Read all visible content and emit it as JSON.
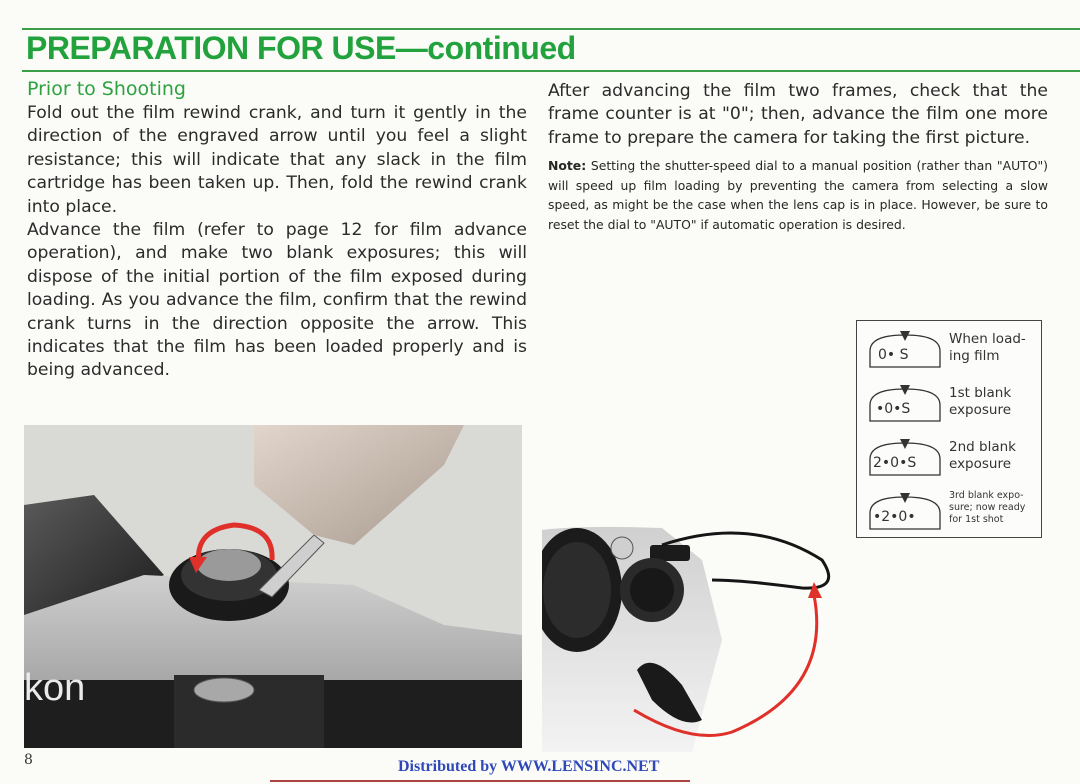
{
  "header": {
    "title": "PREPARATION FOR USE",
    "title_suffix": "—continued"
  },
  "left": {
    "subhead": "Prior to Shooting",
    "para1": "Fold out the film rewind crank, and turn it gently in the direction of the engraved arrow until you feel a slight resistance; this will indicate that any slack in the film cartridge has been taken up. Then, fold the rewind crank into place.",
    "para2": "Advance the film (refer to page 12 for film advance operation), and make two blank exposures; this will dispose of the initial portion of the film exposed during loading. As you advance the film, confirm that the rewind crank turns in the direction opposite the arrow. This indicates that the film has been loaded properly and is being advanced."
  },
  "right": {
    "para1": "After advancing the film two frames, check that the frame counter is at \"0\"; then, advance the film one more frame to prepare the camera for taking the first picture.",
    "note_label": "Note:",
    "note_text": " Setting the shutter-speed dial to a manual position (rather than \"AUTO\") will speed up film loading by preventing the camera from selecting a slow speed, as might be the case when the lens cap is in place. However, be sure to reset the dial to \"AUTO\" if automatic operation is desired."
  },
  "legend": [
    {
      "dial": "0• S",
      "label": "When load-ing film"
    },
    {
      "dial": "•0•S",
      "label": "1st blank exposure"
    },
    {
      "dial": "2•0•S",
      "label": "2nd blank exposure"
    },
    {
      "dial": "•2•0•",
      "label": "3rd blank expo-sure; now ready for 1st shot"
    }
  ],
  "photo_left": {
    "brand_text": "kon"
  },
  "page_number": "8",
  "footer": "Distributed by WWW.LENSINC.NET",
  "colors": {
    "title_green": "#21a23c",
    "subhead_green": "#2ea240",
    "footer_blue": "#2f48b8",
    "arrow_red": "#e0302a"
  }
}
